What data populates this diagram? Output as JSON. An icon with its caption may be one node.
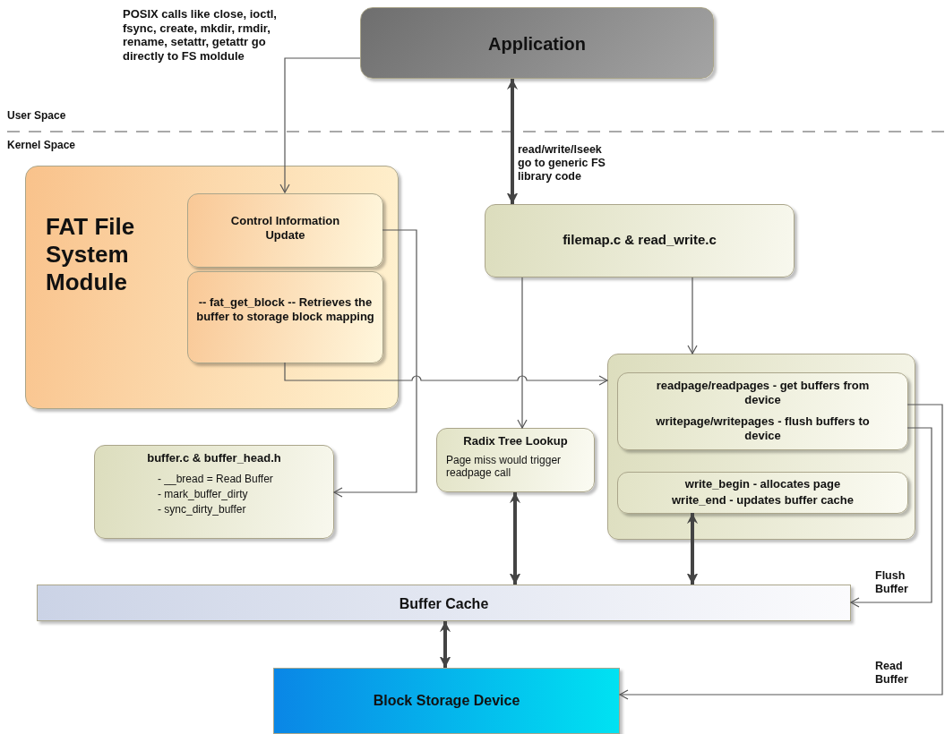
{
  "diagram": {
    "nodes": [
      {
        "text": [
          "Application"
        ]
      },
      {
        "text": [
          "FAT File System Module"
        ]
      },
      {
        "text": [
          "Control Information Update"
        ],
        "in": 1
      },
      {
        "text": [
          "-- fat_get_block -- Retrieves the buffer to storage block mapping"
        ],
        "in": 1
      },
      {
        "text": [
          "filemap.c & read_write.c"
        ]
      },
      {
        "text": [],
        "shape": "box"
      },
      {
        "text": [
          "readpage/readpages - get buffers from device",
          "writepage/writepages - flush buffers to device"
        ],
        "in": 5
      },
      {
        "text": [
          "write_begin - allocates page",
          "write_end - updates buffer cache"
        ],
        "in": 5
      },
      {
        "text": [
          "Radix Tree Lookup",
          "Page miss would trigger readpage call"
        ]
      },
      {
        "text": [
          "buffer.c & buffer_head.h",
          "- __bread = Read Buffer",
          "-  mark_buffer_dirty",
          "- sync_dirty_buffer"
        ]
      },
      {
        "text": [
          "Buffer Cache"
        ]
      },
      {
        "text": [
          "Block Storage Device"
        ]
      }
    ],
    "edges": [
      {
        "from": 0,
        "to": 4,
        "arrow": "both",
        "style": "thick",
        "label": "read/write/lseek go to generic FS library code"
      },
      {
        "from": 0,
        "to": 2,
        "arrow": "to"
      },
      {
        "from": 2,
        "to": 9,
        "arrow": "to"
      },
      {
        "from": 3,
        "to": 5,
        "arrow": "to"
      },
      {
        "from": 4,
        "to": 8,
        "arrow": "to"
      },
      {
        "from": 4,
        "to": 5,
        "arrow": "to"
      },
      {
        "from": 8,
        "to": 10,
        "arrow": "both",
        "style": "thick"
      },
      {
        "from": 7,
        "to": 10,
        "arrow": "both",
        "style": "thick"
      },
      {
        "from": 10,
        "to": 11,
        "arrow": "both",
        "style": "thick"
      },
      {
        "from": 6,
        "to": 10,
        "arrow": "to",
        "label": "Flush Buffer"
      },
      {
        "from": 6,
        "to": 11,
        "arrow": "to",
        "label": "Read Buffer"
      }
    ],
    "labels": [
      "POSIX calls like close, ioctl, fsync, create, mkdir, rmdir, rename, setattr, getattr go directly to FS moldule",
      "User Space",
      "Kernel Space"
    ]
  }
}
